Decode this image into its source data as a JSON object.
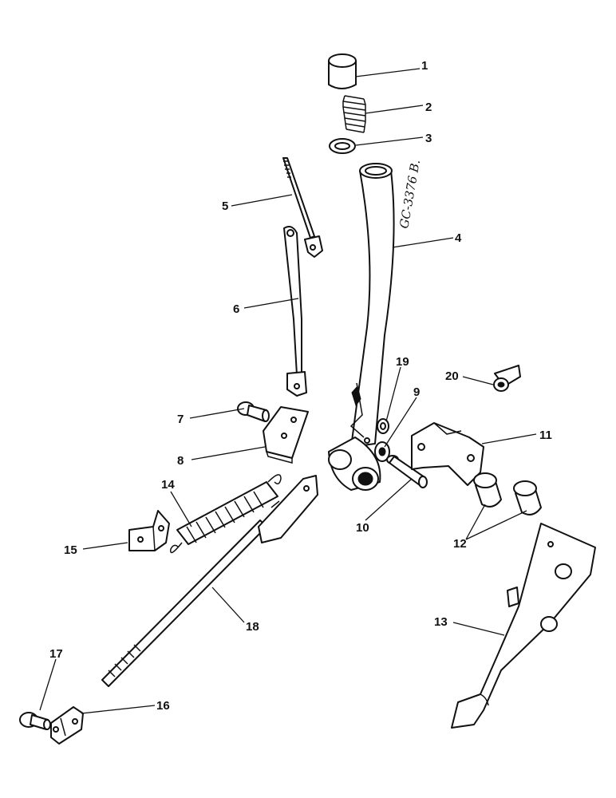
{
  "diagram": {
    "stamp_code": "GC-3376 B.",
    "callouts": [
      {
        "id": "1",
        "label": "1"
      },
      {
        "id": "2",
        "label": "2"
      },
      {
        "id": "3",
        "label": "3"
      },
      {
        "id": "4",
        "label": "4"
      },
      {
        "id": "5",
        "label": "5"
      },
      {
        "id": "6",
        "label": "6"
      },
      {
        "id": "7",
        "label": "7"
      },
      {
        "id": "8",
        "label": "8"
      },
      {
        "id": "9",
        "label": "9"
      },
      {
        "id": "10",
        "label": "10"
      },
      {
        "id": "11",
        "label": "11"
      },
      {
        "id": "12",
        "label": "12"
      },
      {
        "id": "13",
        "label": "13"
      },
      {
        "id": "14",
        "label": "14"
      },
      {
        "id": "15",
        "label": "15"
      },
      {
        "id": "16",
        "label": "16"
      },
      {
        "id": "17",
        "label": "17"
      },
      {
        "id": "18",
        "label": "18"
      },
      {
        "id": "19",
        "label": "19"
      },
      {
        "id": "20",
        "label": "20"
      }
    ]
  }
}
